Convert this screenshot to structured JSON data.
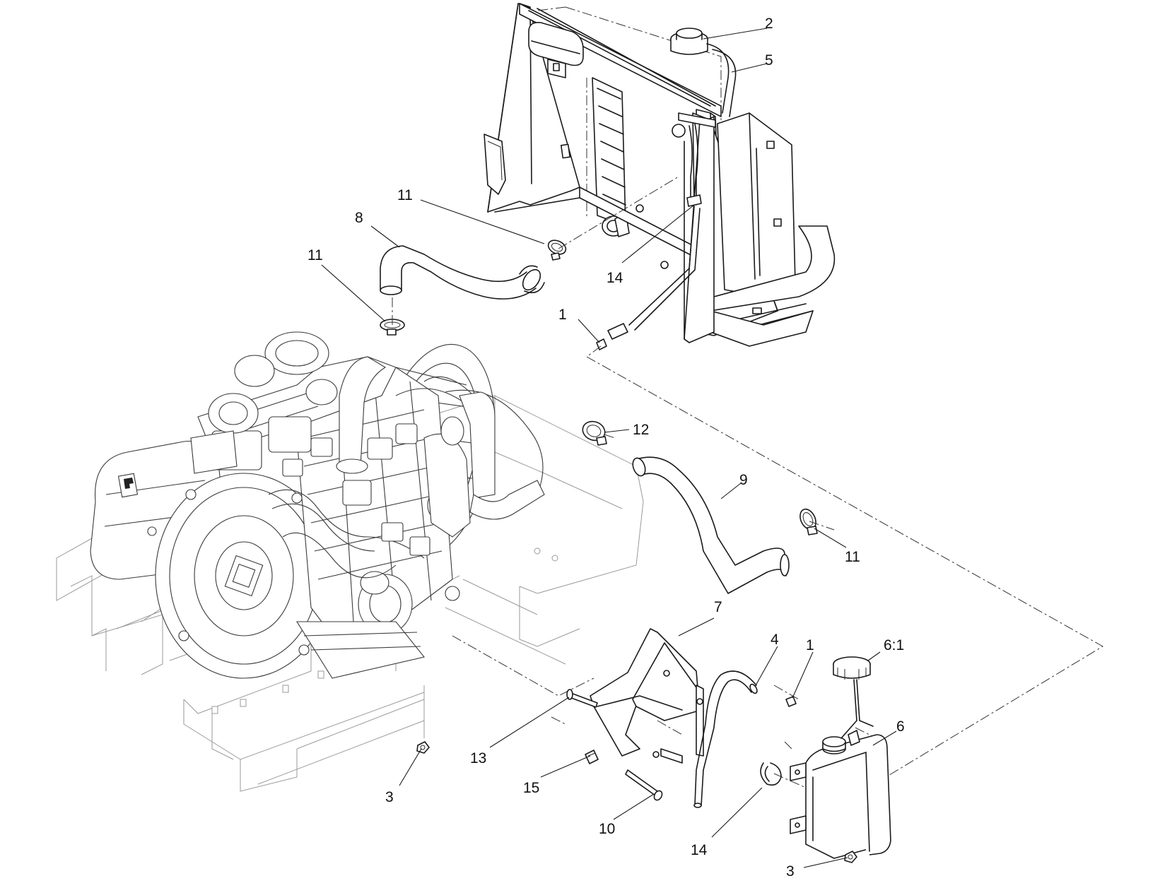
{
  "callouts": [
    {
      "id": "c2",
      "label": "2",
      "part": "radiator-cap"
    },
    {
      "id": "c5",
      "label": "5",
      "part": "overflow-hose-upper"
    },
    {
      "id": "c11a",
      "label": "11",
      "part": "hose-clamp"
    },
    {
      "id": "c8",
      "label": "8",
      "part": "upper-radiator-hose"
    },
    {
      "id": "c11b",
      "label": "11",
      "part": "hose-clamp"
    },
    {
      "id": "c14a",
      "label": "14",
      "part": "cable-tie"
    },
    {
      "id": "c1a",
      "label": "1",
      "part": "hose-fitting"
    },
    {
      "id": "c12",
      "label": "12",
      "part": "hose-clamp-large"
    },
    {
      "id": "c9",
      "label": "9",
      "part": "lower-radiator-hose"
    },
    {
      "id": "c11c",
      "label": "11",
      "part": "hose-clamp"
    },
    {
      "id": "c7",
      "label": "7",
      "part": "tank-bracket"
    },
    {
      "id": "c4",
      "label": "4",
      "part": "overflow-hose"
    },
    {
      "id": "c1b",
      "label": "1",
      "part": "hose-fitting"
    },
    {
      "id": "c61",
      "label": "6:1",
      "part": "tank-cap"
    },
    {
      "id": "c6",
      "label": "6",
      "part": "coolant-tank"
    },
    {
      "id": "c13",
      "label": "13",
      "part": "bolt"
    },
    {
      "id": "c15",
      "label": "15",
      "part": "clip-nut"
    },
    {
      "id": "c3a",
      "label": "3",
      "part": "flange-nut"
    },
    {
      "id": "c10",
      "label": "10",
      "part": "carriage-bolt"
    },
    {
      "id": "c14b",
      "label": "14",
      "part": "cable-tie"
    },
    {
      "id": "c3b",
      "label": "3",
      "part": "flange-nut"
    }
  ]
}
